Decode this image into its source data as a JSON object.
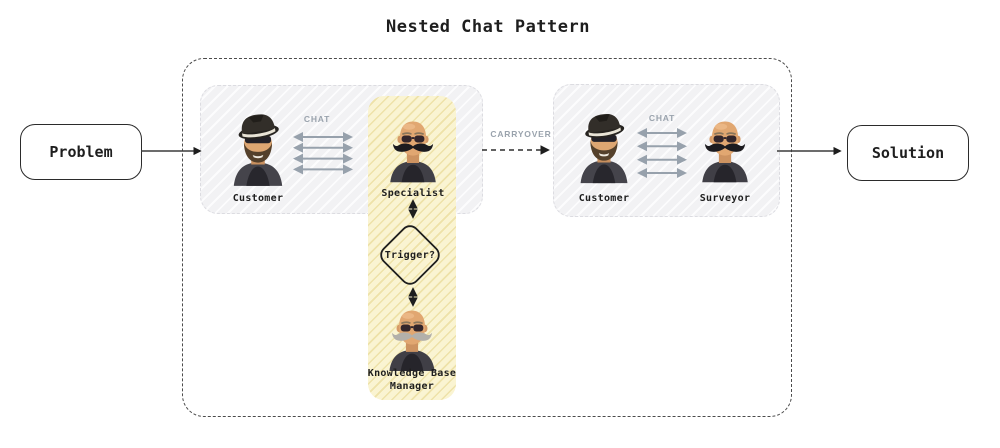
{
  "title": "Nested Chat Pattern",
  "problem_node": {
    "label": "Problem"
  },
  "solution_node": {
    "label": "Solution"
  },
  "nested_group": {
    "inner_chats": [
      {
        "left_agent": "Customer",
        "chat_label": "CHAT",
        "right_agent": "Specialist"
      },
      {
        "left_agent": "Customer",
        "chat_label": "CHAT",
        "right_agent": "Surveyor"
      }
    ],
    "carryover_label": "CARRYOVER",
    "trigger_label": "Trigger?",
    "kb_manager_label": "Knowledge Base Manager"
  },
  "icons": {
    "customer_avatar": "man-with-fedora-sunglasses-and-beard",
    "specialist_avatar": "bald-man-dark-handlebar-mustache",
    "surveyor_avatar": "bald-man-dark-handlebar-mustache",
    "kb_manager_avatar": "bald-man-gray-handlebar-mustache"
  },
  "colors": {
    "background": "#ffffff",
    "ink": "#1e1e1e",
    "outer_dashed_border": "#4b4b4b",
    "group_fill": "#f2f2f4",
    "group_border": "#dcdce1",
    "highlight_strip_fill": "#faf4d2",
    "highlight_strip_hatch": "#e2c86e",
    "chat_arrow": "#97a1ac",
    "wire_label": "#9aa3ad"
  }
}
